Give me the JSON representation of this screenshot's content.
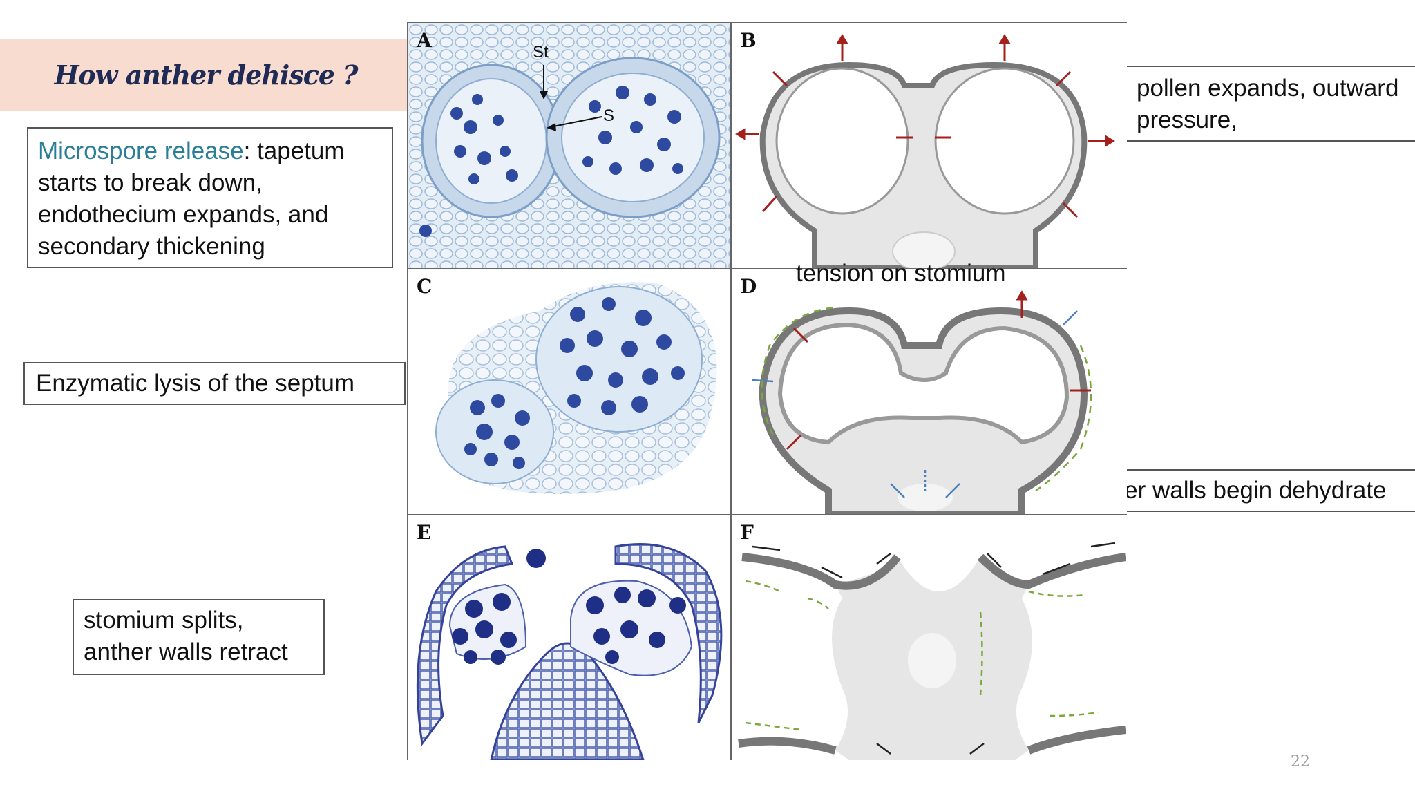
{
  "slide": {
    "title": "How anther dehisce ?",
    "page_number": "22"
  },
  "captions": {
    "microspore_term": "Microspore release",
    "microspore_text": ": tapetum starts to break down, endothecium expands, and secondary thickening",
    "enzymatic": "Enzymatic lysis of the septum",
    "stomium": "stomium splits, anther walls retract",
    "pollen": "pollen expands, outward pressure,",
    "dehydrate": "anther walls begin dehydrate",
    "tension": "tension on stomium"
  },
  "figure": {
    "panel_labels": [
      "A",
      "B",
      "C",
      "D",
      "E",
      "F"
    ],
    "annotations": {
      "st": "St",
      "s": "S"
    }
  },
  "colors": {
    "banner": "#f8dccf",
    "title": "#1f2a55",
    "accent": "#2a7f97",
    "stain": "#2e4aa0",
    "arrow_red": "#a3201c",
    "arrow_blue": "#4c7fbf",
    "arrow_green": "#7aa83a"
  }
}
